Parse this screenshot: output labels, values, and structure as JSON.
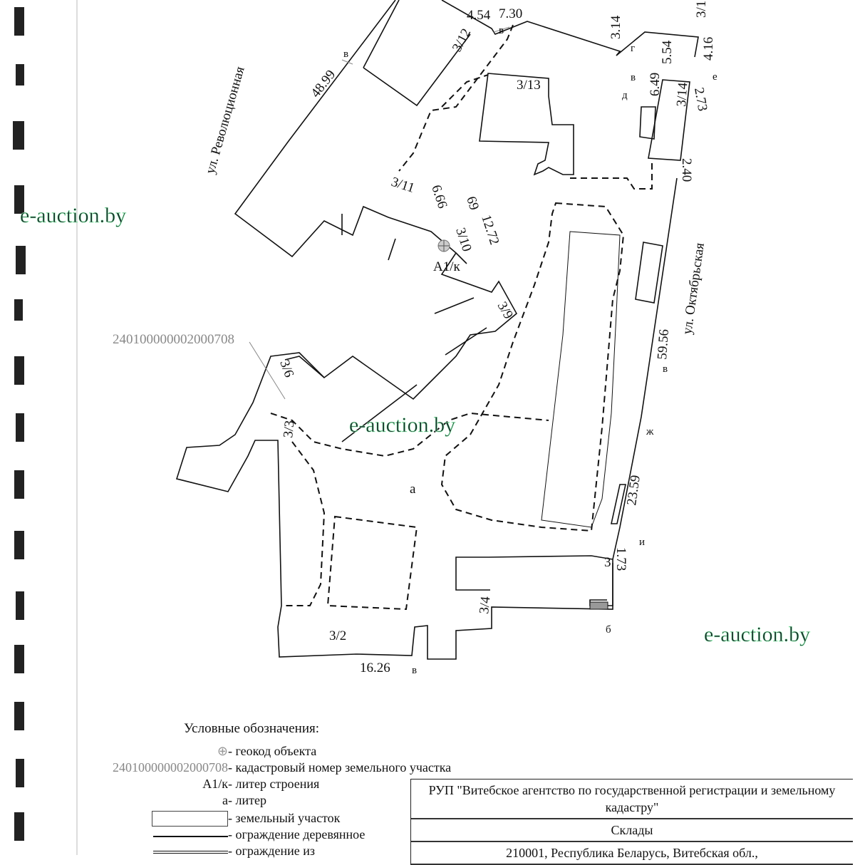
{
  "plan": {
    "cadastral_number": "240100000002000708",
    "streets": {
      "revolutsionnaya": "ул. Революционная",
      "oktyabrskaya": "ул. Октябрьская"
    },
    "buildings": [
      "3/12",
      "3/13",
      "3/14",
      "3/11",
      "3/10",
      "3/9",
      "3/6",
      "3/3",
      "3/4",
      "3/2",
      "3/1",
      "3"
    ],
    "building_litera": "A1/к",
    "litera_a": "а",
    "dimensions": [
      "48.99",
      "4.54",
      "7.30",
      "3.14",
      "5.54",
      "4.16",
      "6.49",
      "2.73",
      "2.40",
      "6.66",
      "69",
      "12.72",
      "59.56",
      "23.59",
      "1.73",
      "16.26"
    ],
    "points": [
      "в",
      "в",
      "г",
      "в",
      "д",
      "е",
      "в",
      "ж",
      "и",
      "б",
      "в"
    ],
    "watermark": "e-auction.by"
  },
  "legend": {
    "title": "Условные обозначения:",
    "items": [
      {
        "symbol": "",
        "text": "- геокод объекта"
      },
      {
        "symbol": "240100000002000708",
        "text": "- кадастровый номер земельного участка"
      },
      {
        "symbol": "A1/к",
        "text": "- литер строения"
      },
      {
        "symbol": "а",
        "text": "- литер"
      },
      {
        "symbol": "",
        "text": "- земельный участок"
      },
      {
        "symbol": "",
        "text": "- ограждение деревянное"
      },
      {
        "symbol": "",
        "text": "- ограждение из"
      }
    ]
  },
  "title_block": {
    "organization": "РУП \"Витебское агентство по государственной регистрации и земельному кадастру\"",
    "object": "Склады",
    "address": "210001, Республика Беларусь, Витебская обл.,"
  }
}
